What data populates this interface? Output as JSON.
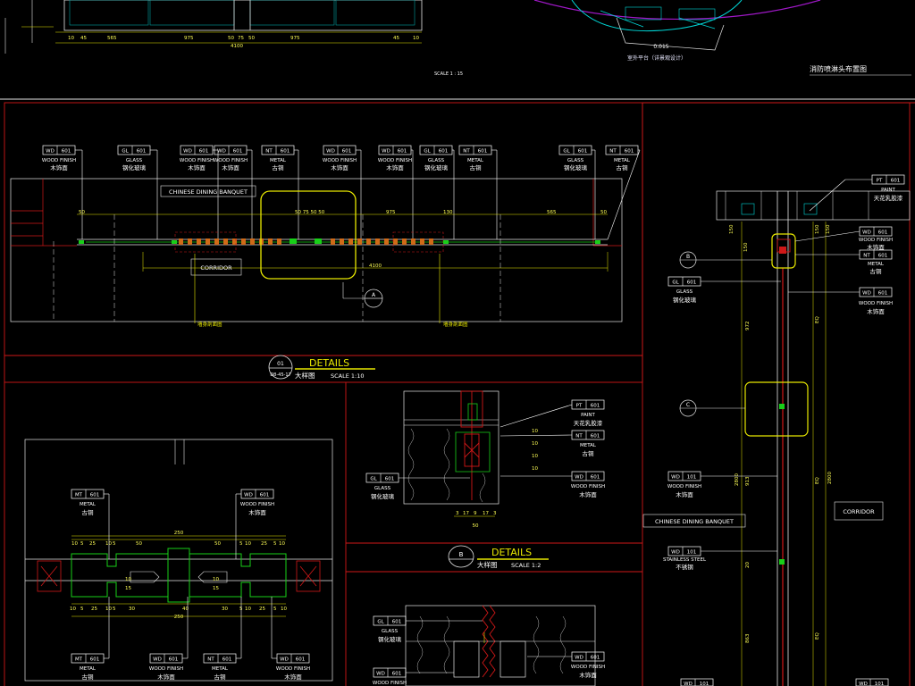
{
  "top_plan": {
    "dims": [
      "10",
      "45",
      "565",
      "975",
      "50",
      "75",
      "50",
      "975",
      "45",
      "10"
    ],
    "total": "4100",
    "scale": "SCALE 1 : 15"
  },
  "top_right": {
    "title": "消防喷淋头布置图",
    "node_label": "0.015",
    "sub_label": "室外平台（详景观设计）"
  },
  "tags": {
    "wd_code": "WD",
    "wd_num": "601",
    "wd_en": "WOOD FINISH",
    "wd_cn": "木饰面",
    "gl_code": "GL",
    "gl_num": "601",
    "gl_en": "GLASS",
    "gl_cn": "钢化玻璃",
    "nt_code": "NT",
    "nt_num": "601",
    "nt_en": "METAL",
    "nt_cn": "古铜",
    "mt_code": "MT",
    "mt_num": "601",
    "pt_code": "PT",
    "pt_num": "601",
    "pt_en": "PAINT",
    "pt_cn": "天花乳胶漆",
    "wd101_code": "WD",
    "wd101_num": "101",
    "ss_en": "STAINLESS STEEL",
    "ss_cn": "不锈钢"
  },
  "plan": {
    "room_banquet": "CHINESE DINING BANQUET",
    "room_corridor": "CORRIDOR",
    "dim_50a": "50",
    "dim_mid": "50 75 50 50",
    "dim_975": "975",
    "dim_130": "130",
    "dim_565": "565",
    "dim_50b": "50",
    "total": "4100",
    "section_a": "A",
    "label_left": "墙身剖面图",
    "label_right": "墙身剖面图"
  },
  "details_a": {
    "title": "DETAILS",
    "sub_cn": "大样图",
    "scale": "SCALE 1:10",
    "marker": "01",
    "ref": "D8-45-17"
  },
  "details_b": {
    "marker": "B",
    "title": "DETAILS",
    "sub_cn": "大样图",
    "scale": "SCALE 1:2",
    "dims": [
      "3",
      "17",
      "9",
      "17",
      "3"
    ],
    "total": "50",
    "vert": [
      "10",
      "10",
      "10",
      "10"
    ]
  },
  "detail_left": {
    "dims_top": [
      "10",
      "5",
      "25",
      "10",
      "5",
      "50",
      "50",
      "5",
      "10",
      "25",
      "5",
      "10"
    ],
    "total_top": "250",
    "dims_bot": [
      "10",
      "5",
      "25",
      "10",
      "5",
      "30",
      "40",
      "30",
      "5",
      "10",
      "25",
      "5",
      "10"
    ],
    "total_bot": "250",
    "side_dims": [
      "10",
      "15",
      "10",
      "15"
    ]
  },
  "right_section": {
    "marker_b": "B",
    "marker_c": "C",
    "room_banquet": "CHINESE DINING BANQUET",
    "room_corridor": "CORRIDOR",
    "dims_top": [
      "150",
      "150",
      "150",
      "150"
    ],
    "dim_left_1": "972",
    "dim_left_2": "2800",
    "dim_left_3": "913",
    "dim_left_4": "20",
    "dim_left_5": "863",
    "dim_right_1": "EQ",
    "dim_right_2": "EQ",
    "dim_right_3": "2800",
    "dim_right_4": "EQ"
  },
  "colors": {
    "frame": "#d01818",
    "dim": "#e8e800",
    "line": "#e6e6e6",
    "accent_green": "#18d018",
    "accent_cyan": "#00d8d8",
    "accent_magenta": "#a018c8"
  }
}
